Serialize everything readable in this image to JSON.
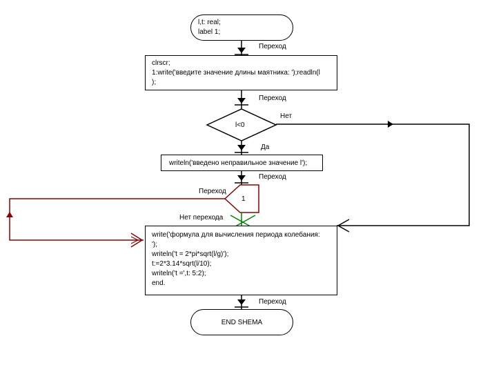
{
  "diagram": {
    "start_node": {
      "lines": [
        "l,t: real;",
        "label 1;"
      ]
    },
    "process1": {
      "lines": [
        "clrscr;",
        "1:write('введите значение длины маятника: ');readln(l",
        ");"
      ]
    },
    "decision": {
      "label": "l<0"
    },
    "process2": {
      "text": "writeln('введено неправильное значение l');"
    },
    "goto_node": {
      "label": "1"
    },
    "process3": {
      "lines": [
        "write('формула для вычисления периода колебания:",
        "');",
        "writeln('t = 2*pi*sqrt(l/g)');",
        "t:=2*3.14*sqrt(l/10);",
        "writeln('t =',t: 5:2);",
        "end."
      ]
    },
    "end_node": {
      "label": "END SHEMA"
    },
    "edge_labels": {
      "transition1": "Переход",
      "transition2": "Переход",
      "no": "Нет",
      "yes": "Да",
      "transition3": "Переход",
      "goto_transition": "Переход",
      "no_transition": "Нет перехода",
      "transition4": "Переход"
    },
    "colors": {
      "line": "#000000",
      "goto": "#8b0000",
      "no_goto": "#008000"
    }
  }
}
